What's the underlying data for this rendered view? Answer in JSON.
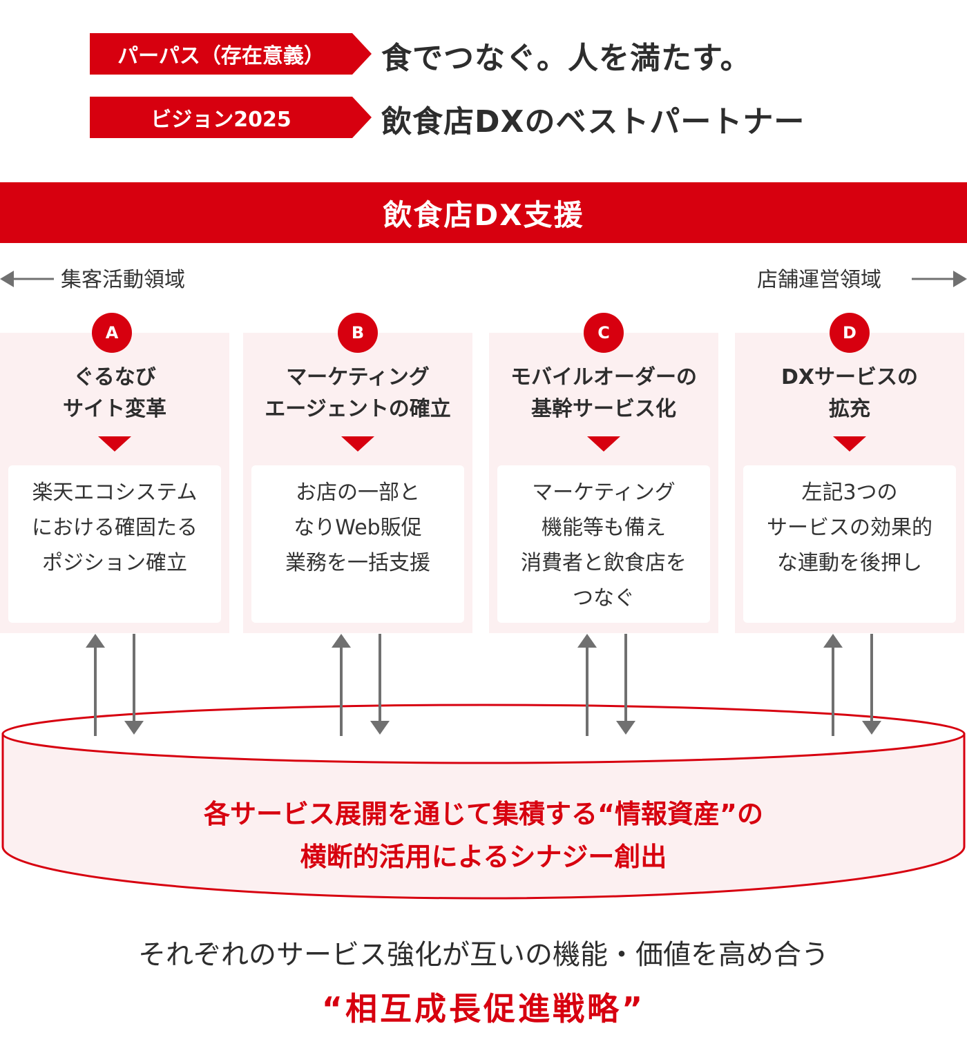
{
  "purpose": {
    "tag": "パーパス（存在意義）",
    "text": "食でつなぐ。人を満たす。"
  },
  "vision": {
    "tag": "ビジョン2025",
    "text": "飲食店DXのベストパートナー"
  },
  "band_title": "飲食店DX支援",
  "range_left": "集客活動領域",
  "range_right": "店舗運営領域",
  "columns": [
    {
      "letter": "A",
      "title": [
        "ぐるなび",
        "サイト変革"
      ],
      "body": [
        "楽天エコシステム",
        "における確固たる",
        "ポジション確立"
      ]
    },
    {
      "letter": "B",
      "title": [
        "マーケティング",
        "エージェントの確立"
      ],
      "body": [
        "お店の一部と",
        "なりWeb販促",
        "業務を一括支援"
      ]
    },
    {
      "letter": "C",
      "title": [
        "モバイルオーダーの",
        "基幹サービス化"
      ],
      "body": [
        "マーケティング",
        "機能等も備え",
        "消費者と飲食店を",
        "つなぐ"
      ]
    },
    {
      "letter": "D",
      "title": [
        "DXサービスの",
        "拡充"
      ],
      "body": [
        "左記3つの",
        "サービスの効果的",
        "な連動を後押し"
      ]
    }
  ],
  "cylinder": {
    "line1": "各サービス展開を通じて集積する“情報資産”の",
    "line2": "横断的活用によるシナジー創出"
  },
  "summary": "それぞれのサービス強化が互いの機能・価値を高め合う",
  "strategy": "“相互成長促進戦略”",
  "colors": {
    "accent": "#d7000f",
    "panel": "#fcf0f1",
    "arrow": "#707070",
    "text": "#333333"
  }
}
